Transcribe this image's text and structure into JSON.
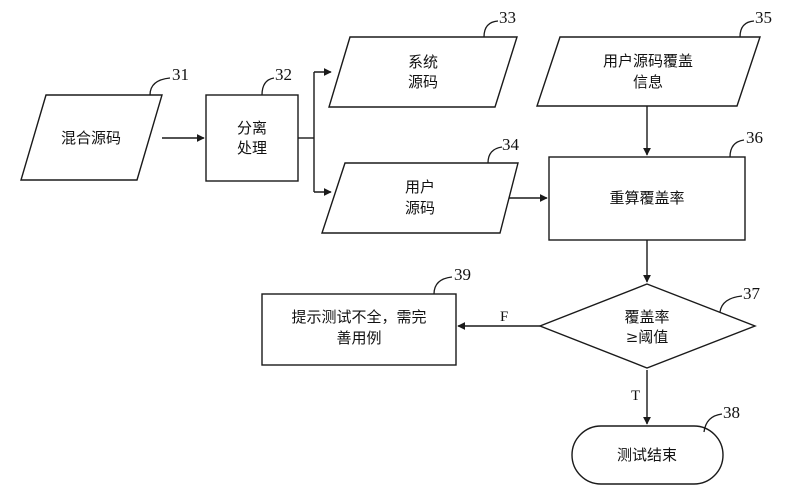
{
  "nodes": {
    "mixed_source": {
      "ref": "31",
      "lines": [
        "混合源码"
      ]
    },
    "separation": {
      "ref": "32",
      "lines": [
        "分离",
        "处理"
      ]
    },
    "system_source": {
      "ref": "33",
      "lines": [
        "系统",
        "源码"
      ]
    },
    "user_source": {
      "ref": "34",
      "lines": [
        "用户",
        "源码"
      ]
    },
    "coverage_info": {
      "ref": "35",
      "lines": [
        "用户源码覆盖",
        "信息"
      ]
    },
    "recalc_coverage": {
      "ref": "36",
      "lines": [
        "重算覆盖率"
      ]
    },
    "threshold_check": {
      "ref": "37",
      "lines": [
        "覆盖率",
        "≥阈值"
      ]
    },
    "test_end": {
      "ref": "38",
      "lines": [
        "测试结束"
      ]
    },
    "incomplete_prompt": {
      "ref": "39",
      "lines": [
        "提示测试不全，需完",
        "善用例"
      ]
    }
  },
  "edge_labels": {
    "false_branch": "F",
    "true_branch": "T"
  }
}
